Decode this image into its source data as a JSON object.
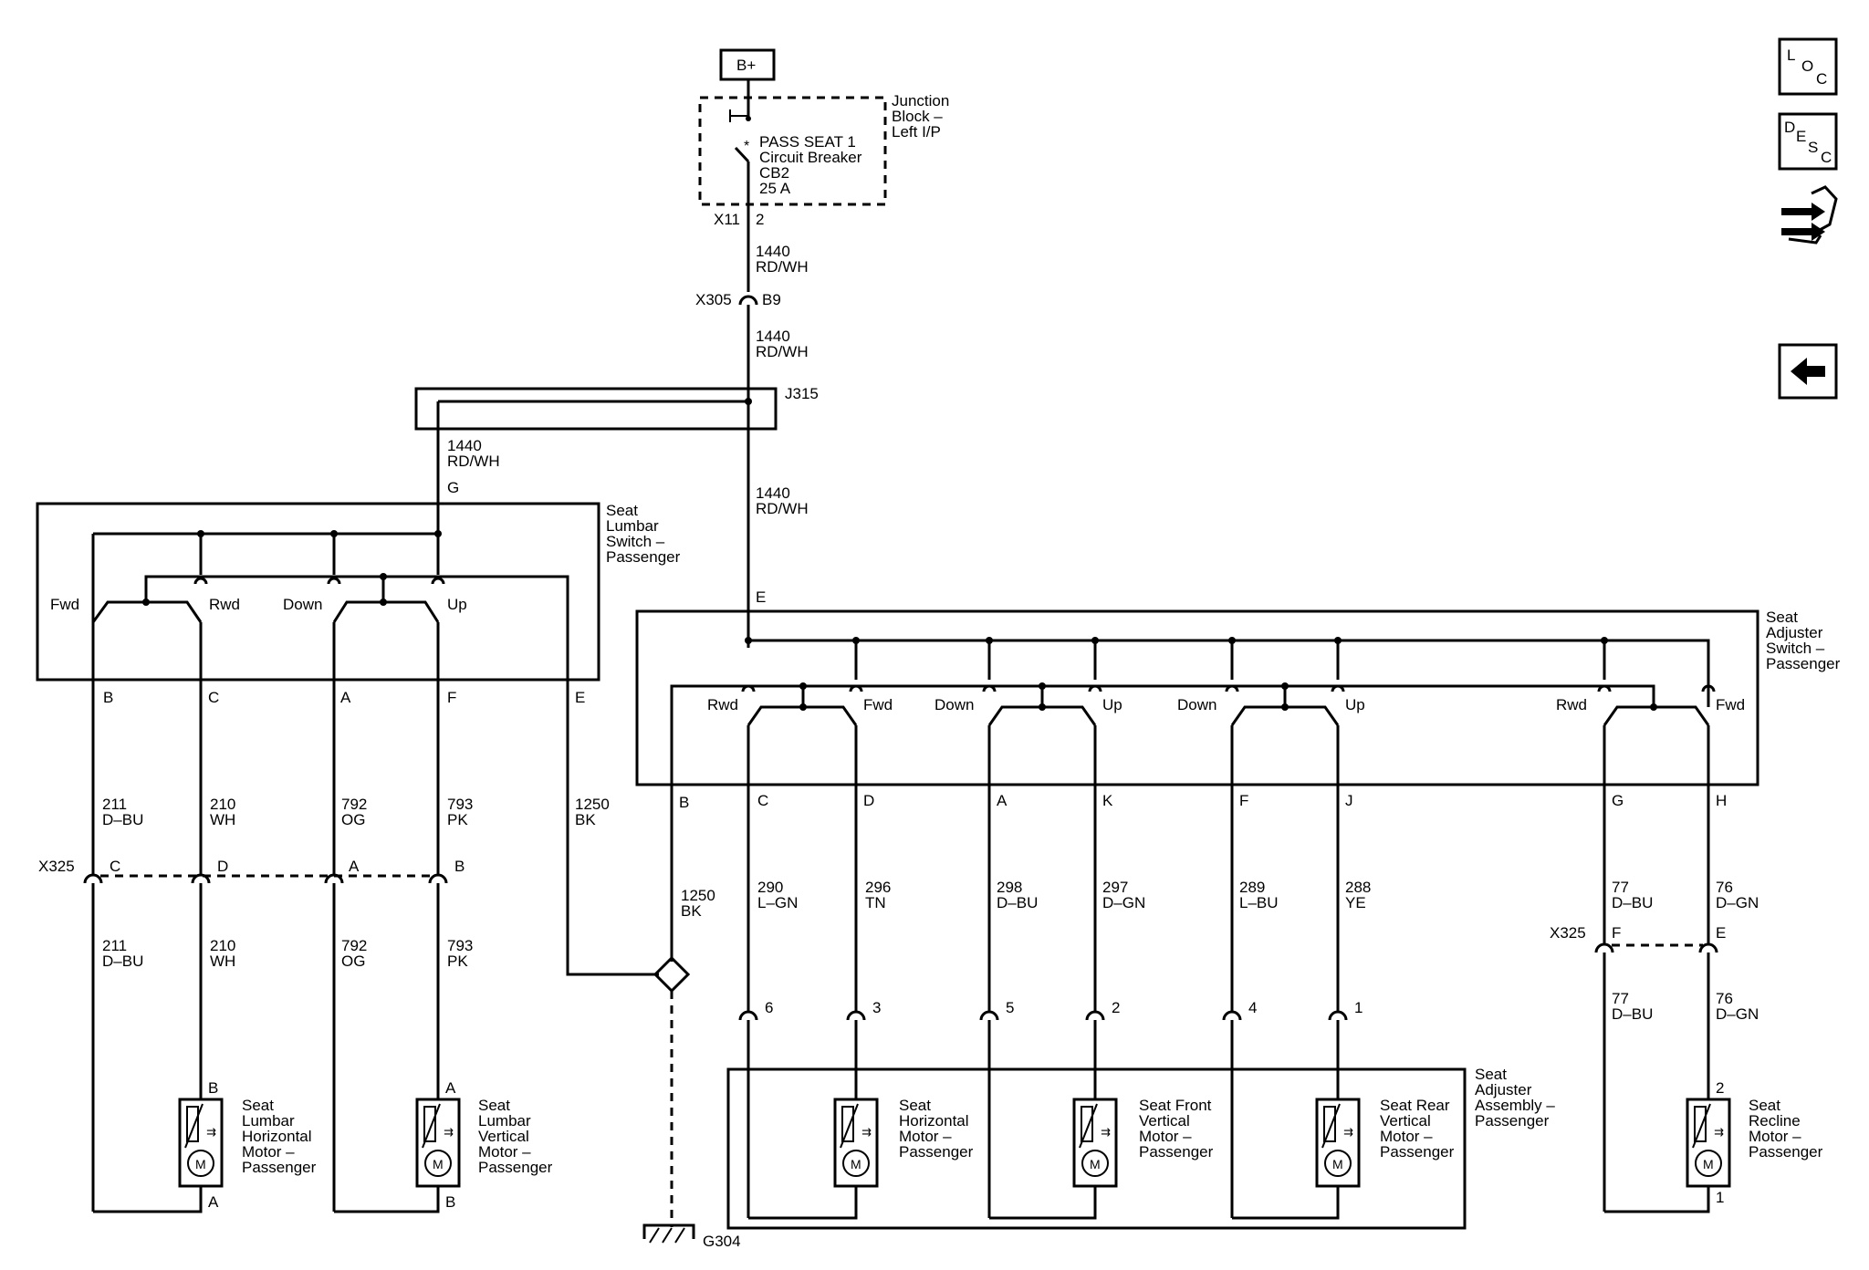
{
  "power": {
    "label": "B+"
  },
  "junction_block": {
    "title": "Junction Block – Left I/P",
    "title_lines": [
      "Junction",
      "Block –",
      "Left I/P"
    ],
    "breaker_lines": [
      "PASS SEAT 1",
      "Circuit Breaker",
      "CB2",
      "25 A"
    ],
    "connector": "X11",
    "pin": "2"
  },
  "connectors": {
    "x305": {
      "name": "X305",
      "pin": "B9"
    },
    "j315": {
      "name": "J315"
    },
    "x325_left": {
      "name": "X325",
      "pins": [
        "C",
        "D",
        "A",
        "B"
      ]
    },
    "x325_right": {
      "name": "X325",
      "pins": [
        "F",
        "E"
      ]
    }
  },
  "wire_main": {
    "circuit": "1440",
    "color": "RD/WH"
  },
  "lumbar_switch": {
    "title_lines": [
      "Seat",
      "Lumbar",
      "Switch –",
      "Passenger"
    ],
    "input_pin": "G",
    "positions": [
      "Fwd",
      "Rwd",
      "Down",
      "Up"
    ],
    "pins": [
      "B",
      "C",
      "A",
      "F",
      "E"
    ]
  },
  "lumbar_wires": [
    {
      "circuit": "211",
      "color": "D–BU"
    },
    {
      "circuit": "210",
      "color": "WH"
    },
    {
      "circuit": "792",
      "color": "OG"
    },
    {
      "circuit": "793",
      "color": "PK"
    }
  ],
  "ground_wire": {
    "circuit": "1250",
    "color": "BK"
  },
  "ground": {
    "name": "G304"
  },
  "lumbar_motors": [
    {
      "title_lines": [
        "Seat",
        "Lumbar",
        "Horizontal",
        "Motor –",
        "Passenger"
      ],
      "pin_top": "B",
      "pin_bottom": "A"
    },
    {
      "title_lines": [
        "Seat",
        "Lumbar",
        "Vertical",
        "Motor –",
        "Passenger"
      ],
      "pin_top": "A",
      "pin_bottom": "B"
    }
  ],
  "adjuster_switch": {
    "title_lines": [
      "Seat",
      "Adjuster",
      "Switch –",
      "Passenger"
    ],
    "input_pin": "E",
    "positions": [
      "Rwd",
      "Fwd",
      "Down",
      "Up",
      "Down",
      "Up",
      "Rwd",
      "Fwd"
    ],
    "pins": [
      "B",
      "C",
      "D",
      "A",
      "K",
      "F",
      "J",
      "G",
      "H"
    ]
  },
  "adjuster_wires": [
    {
      "circuit": "290",
      "color": "L–GN"
    },
    {
      "circuit": "296",
      "color": "TN"
    },
    {
      "circuit": "298",
      "color": "D–BU"
    },
    {
      "circuit": "297",
      "color": "D–GN"
    },
    {
      "circuit": "289",
      "color": "L–BU"
    },
    {
      "circuit": "288",
      "color": "YE"
    },
    {
      "circuit": "77",
      "color": "D–BU"
    },
    {
      "circuit": "76",
      "color": "D–GN"
    }
  ],
  "assembly_pins": [
    "6",
    "3",
    "5",
    "2",
    "4",
    "1"
  ],
  "adjuster_assembly": {
    "title_lines": [
      "Seat",
      "Adjuster",
      "Assembly –",
      "Passenger"
    ]
  },
  "adjuster_motors": [
    {
      "title_lines": [
        "Seat",
        "Horizontal",
        "Motor –",
        "Passenger"
      ]
    },
    {
      "title_lines": [
        "Seat Front",
        "Vertical",
        "Motor –",
        "Passenger"
      ]
    },
    {
      "title_lines": [
        "Seat Rear",
        "Vertical",
        "Motor –",
        "Passenger"
      ]
    }
  ],
  "recline_motor": {
    "title_lines": [
      "Seat",
      "Recline",
      "Motor –",
      "Passenger"
    ],
    "pin_top": "2",
    "pin_bottom": "1"
  },
  "motor_symbol": "M",
  "nav_icons": [
    {
      "icon": "loc-icon",
      "letters": [
        "L",
        "O",
        "C"
      ]
    },
    {
      "icon": "desc-icon",
      "letters": [
        "D",
        "E",
        "S",
        "C"
      ]
    },
    {
      "icon": "repair-hand-icon"
    },
    {
      "icon": "back-arrow-icon"
    }
  ]
}
